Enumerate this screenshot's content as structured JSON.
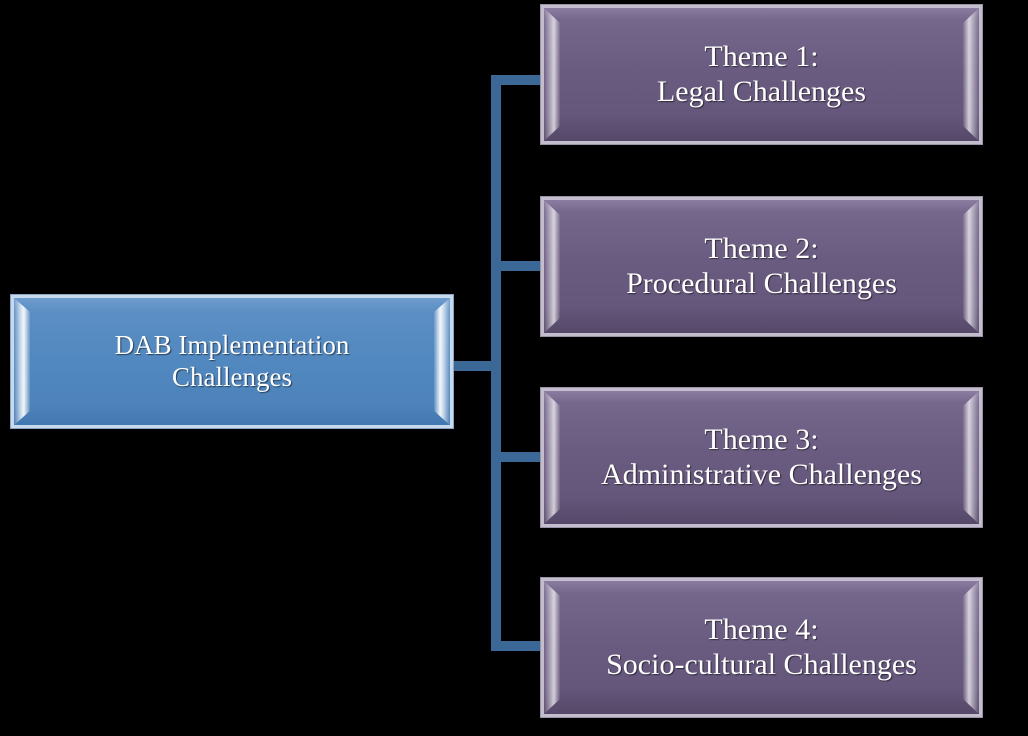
{
  "diagram": {
    "type": "tree-hierarchy",
    "background_color": "#000000",
    "connector_color": "#3c6898",
    "root": {
      "label": "DAB Implementation\nChallenges",
      "fill_color": "#5188bf",
      "text_color": "#ffffff"
    },
    "children": [
      {
        "label": "Theme 1:\nLegal Challenges",
        "title": "Theme 1:",
        "subtitle": "Legal Challenges",
        "fill_color": "#6a5b80",
        "text_color": "#ffffff"
      },
      {
        "label": "Theme 2:\nProcedural Challenges",
        "title": "Theme 2:",
        "subtitle": "Procedural Challenges",
        "fill_color": "#6a5b80",
        "text_color": "#ffffff"
      },
      {
        "label": "Theme 3:\nAdministrative Challenges",
        "title": "Theme 3:",
        "subtitle": "Administrative Challenges",
        "fill_color": "#6a5b80",
        "text_color": "#ffffff"
      },
      {
        "label": "Theme 4:\nSocio-cultural Challenges",
        "title": "Theme 4:",
        "subtitle": "Socio-cultural Challenges",
        "fill_color": "#6a5b80",
        "text_color": "#ffffff"
      }
    ]
  }
}
